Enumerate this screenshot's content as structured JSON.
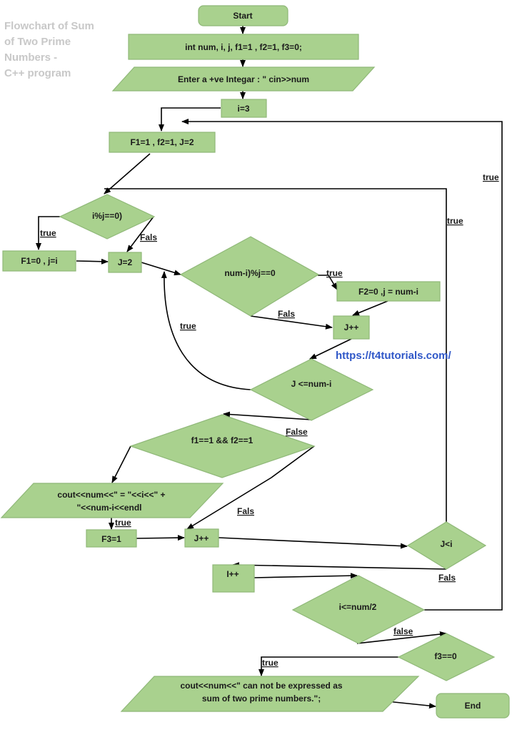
{
  "side_title": "Flowchart of Sum\nof Two Prime\nNumbers -\n C++ program",
  "link": "https://t4tutorials.com/",
  "nodes": {
    "start": "Start",
    "decl": "int num, i, j, f1=1 , f2=1, f3=0;",
    "input": "Enter a +ve Integar : \" cin>>num",
    "i_init": "i=3",
    "f_init": "F1=1 , f2=1, J=2",
    "mod_check": "i%j==0)",
    "f1_zero": "F1=0 , j=i",
    "j_two": "J=2",
    "diff_mod_check": "num-i)%j==0",
    "f2_zero": "F2=0 ,j = num-i",
    "j_inc_1": "J++",
    "j_le_check": "J <=num-i",
    "both_check": "f1==1 && f2==1",
    "cout_sum_1": "cout<<num<<\" = \"<<i<<\" +",
    "cout_sum_2": "\"<<num-i<<endl",
    "f3_one": "F3=1",
    "j_inc_2": "J++",
    "j_lt_i": "J<i",
    "i_inc": "I++",
    "i_le_check": "i<=num/2",
    "f3_check": "f3==0",
    "cout_fail_1": "cout<<num<<\" can not be expressed as",
    "cout_fail_2": "sum of two prime numbers.\";",
    "end": "End"
  },
  "labels": {
    "true_outer": "true",
    "true_inner": "true",
    "true_mod": "true",
    "fals_mod": "Fals",
    "true_diff": "true",
    "fals_diff": "Fals",
    "true_loop": "true",
    "false_both": "False",
    "true_both": "true",
    "fals_both": "Fals",
    "fals_jlt": "Fals",
    "false_ile": "false",
    "true_f3": "true"
  }
}
